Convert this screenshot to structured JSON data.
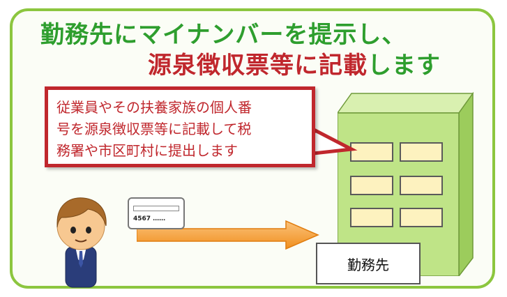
{
  "title": {
    "line1": "勤務先にマイナンバーを提示し、",
    "line2_red": "源泉徴収票等に記載",
    "line2_green": "します"
  },
  "callout": {
    "line1": "従業員やその扶養家族の個人番",
    "line2": "号を源泉徴収票等に記載して税",
    "line3": "務署や市区町村に提出します"
  },
  "card": {
    "number": "4567 ……"
  },
  "office": {
    "label": "勤務先"
  },
  "colors": {
    "frame": "#8cc63f",
    "title_green": "#2e9e2e",
    "accent_red": "#c0272d",
    "building": "#bfe487",
    "window": "#fdf2bf",
    "arrow": "#f7a23b"
  }
}
